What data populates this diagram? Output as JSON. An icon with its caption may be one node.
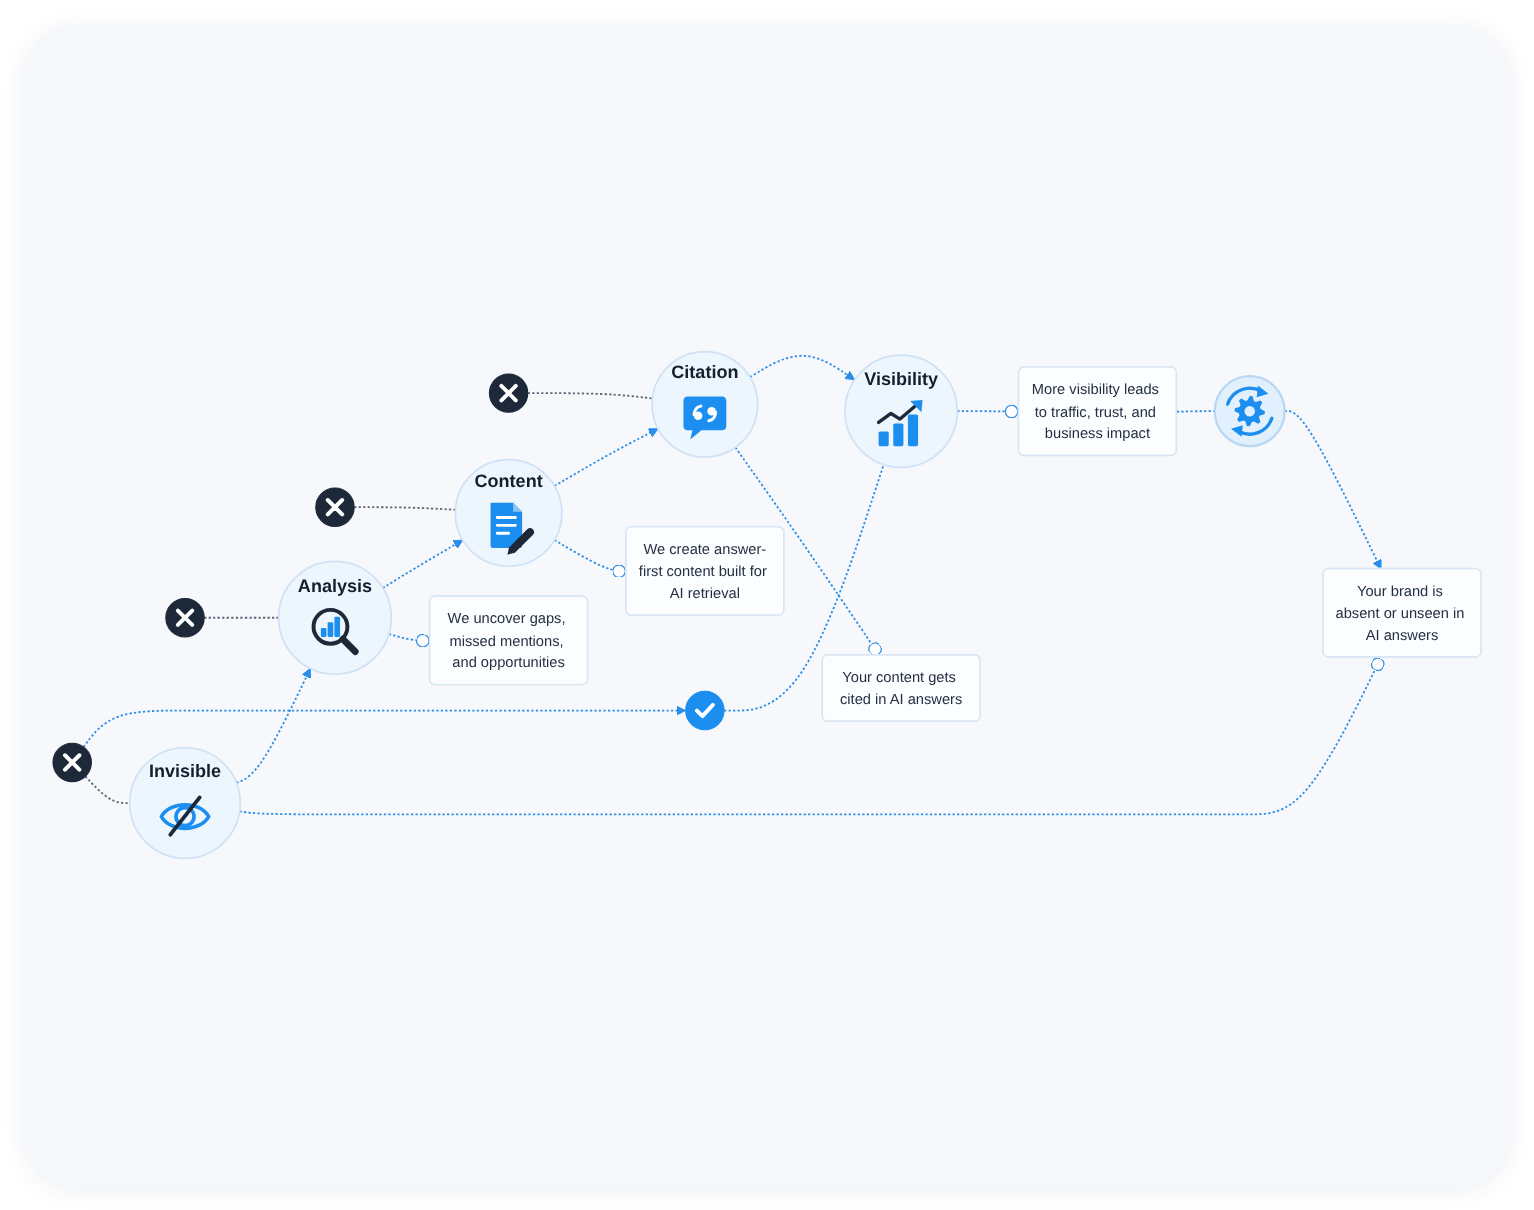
{
  "diagram": {
    "nodes": [
      {
        "text": [],
        "shape": "circle"
      },
      {
        "text": [],
        "shape": "circle"
      },
      {
        "text": [],
        "shape": "circle"
      },
      {
        "text": [],
        "shape": "circle"
      },
      {
        "text": [],
        "shape": "circle"
      },
      {
        "text": [
          "Invisible"
        ]
      },
      {
        "text": [
          "Analysis"
        ]
      },
      {
        "text": [
          "Content"
        ]
      },
      {
        "text": [
          "Citation"
        ]
      },
      {
        "text": [
          "Visibility"
        ]
      },
      {
        "text": [
          "Your brand is absent or unseen in AI answers"
        ]
      },
      {
        "text": [
          "We uncover gaps, missed mentions, and opportunities"
        ]
      },
      {
        "text": [
          "We create answer-first content built for AI retrieval"
        ]
      },
      {
        "text": [
          "Your content gets cited in AI answers"
        ]
      },
      {
        "text": [
          "More visibility leads to traffic, trust, and business impact"
        ]
      },
      {
        "text": [],
        "shape": "circle"
      }
    ],
    "edges": [
      {
        "from": 0,
        "to": 4,
        "arrow": "to",
        "style": "dashed"
      },
      {
        "from": 0,
        "to": 5,
        "arrow": "none",
        "style": "dashed",
        "color": "#5b6676"
      },
      {
        "from": 1,
        "to": 6,
        "arrow": "none",
        "style": "dashed",
        "color": "#5b6676"
      },
      {
        "from": 2,
        "to": 7,
        "arrow": "none",
        "style": "dashed",
        "color": "#5b6676"
      },
      {
        "from": 3,
        "to": 8,
        "arrow": "none",
        "style": "dashed",
        "color": "#5b6676"
      },
      {
        "from": 4,
        "to": 9,
        "arrow": "none",
        "style": "dashed"
      },
      {
        "from": 5,
        "to": 6,
        "arrow": "to",
        "style": "dashed"
      },
      {
        "from": 6,
        "to": 7,
        "arrow": "to",
        "style": "dashed"
      },
      {
        "from": 7,
        "to": 8,
        "arrow": "to",
        "style": "dashed"
      },
      {
        "from": 8,
        "to": 9,
        "arrow": "to",
        "style": "dashed"
      },
      {
        "from": 5,
        "to": 10,
        "arrow": "other",
        "style": "dashed"
      },
      {
        "from": 6,
        "to": 11,
        "arrow": "other",
        "style": "dashed"
      },
      {
        "from": 7,
        "to": 12,
        "arrow": "other",
        "style": "dashed"
      },
      {
        "from": 8,
        "to": 13,
        "arrow": "other",
        "style": "dashed"
      },
      {
        "from": 9,
        "to": 14,
        "arrow": "other",
        "style": "dashed"
      },
      {
        "from": 14,
        "to": 15,
        "arrow": "none",
        "style": "dashed"
      },
      {
        "from": 15,
        "to": 10,
        "arrow": "to",
        "style": "dashed"
      }
    ]
  }
}
